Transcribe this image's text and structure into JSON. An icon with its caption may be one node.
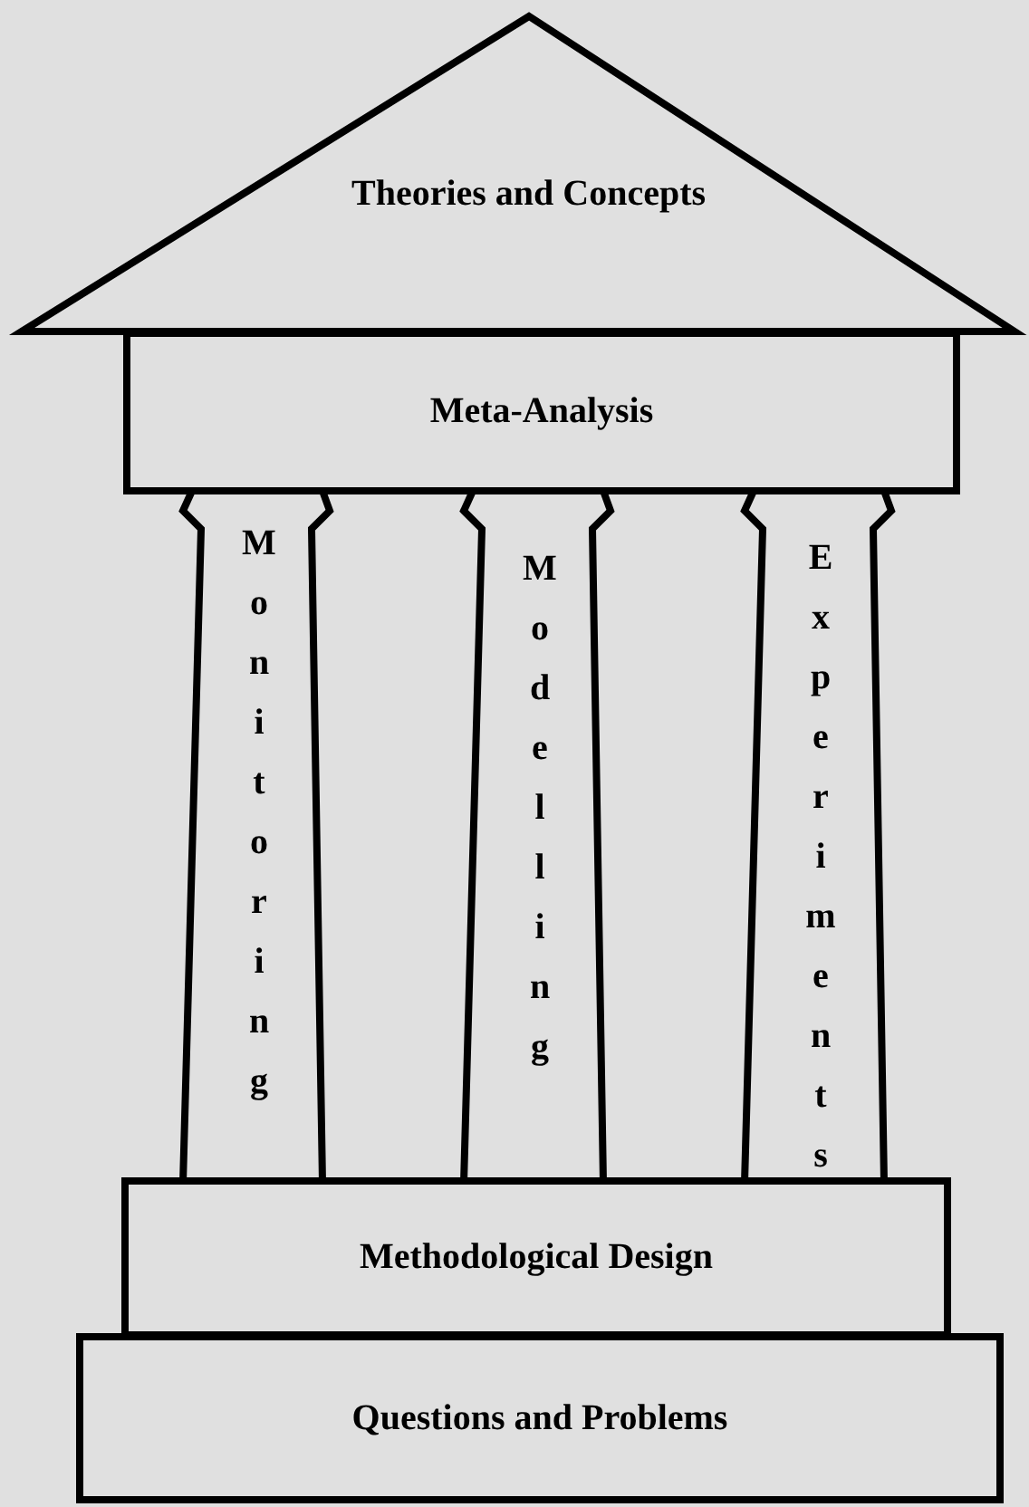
{
  "diagram": {
    "nodes": [
      {
        "text": [
          "Theories and Concepts"
        ]
      },
      {
        "text": [
          "Meta-Analysis"
        ]
      },
      {
        "text": [
          "Monitoring"
        ]
      },
      {
        "text": [
          "Modelling"
        ]
      },
      {
        "text": [
          "Experiments"
        ]
      },
      {
        "text": [
          "Methodological Design"
        ]
      },
      {
        "text": [
          "Questions and Problems"
        ]
      }
    ]
  }
}
